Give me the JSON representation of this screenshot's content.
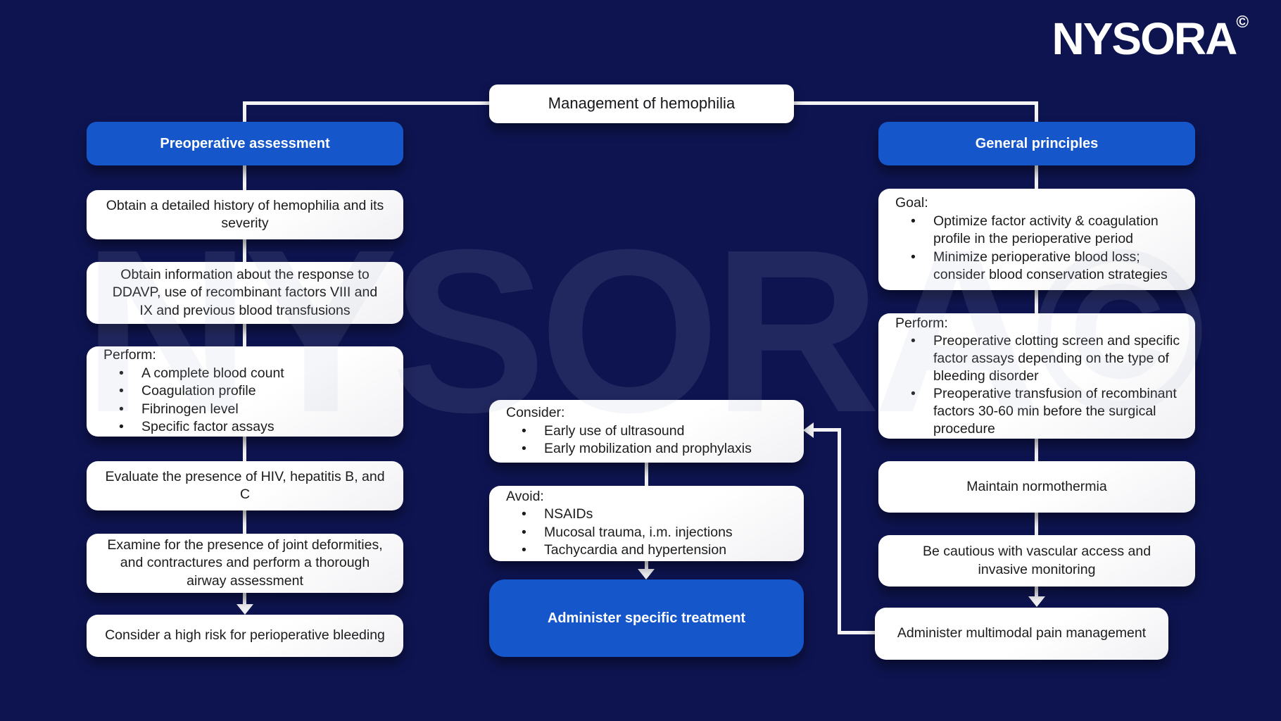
{
  "logo": {
    "text": "NYSORA",
    "copyright": "©"
  },
  "watermark": "NYSORA©",
  "title": "Management of hemophilia",
  "colors": {
    "background": "#0e1450",
    "accent_blue": "#1557cb",
    "box_white": "#ffffff",
    "connector": "#f4f4f6"
  },
  "left_column": {
    "header": "Preoperative assessment",
    "boxes": [
      {
        "text": "Obtain a detailed history of hemophilia and its severity"
      },
      {
        "text": "Obtain information about the response to DDAVP, use of recombinant factors VIII and IX and previous blood transfusions"
      },
      {
        "heading": "Perform:",
        "bullets": [
          "A complete blood count",
          "Coagulation profile",
          "Fibrinogen level",
          "Specific factor assays"
        ]
      },
      {
        "text": "Evaluate the presence of HIV, hepatitis B, and C"
      },
      {
        "text": "Examine for the presence of joint deformities, and contractures and perform a thorough airway assessment"
      },
      {
        "text": "Consider a high risk for perioperative bleeding"
      }
    ]
  },
  "middle_column": {
    "boxes": [
      {
        "heading": "Consider:",
        "bullets": [
          "Early use of ultrasound",
          "Early mobilization and prophylaxis"
        ]
      },
      {
        "heading": "Avoid:",
        "bullets": [
          "NSAIDs",
          "Mucosal trauma, i.m. injections",
          "Tachycardia and hypertension"
        ]
      }
    ],
    "action": "Administer specific treatment"
  },
  "right_column": {
    "header": "General principles",
    "boxes": [
      {
        "heading": "Goal:",
        "bullets": [
          "Optimize factor activity & coagulation profile in the perioperative period",
          "Minimize perioperative blood loss; consider blood conservation strategies"
        ]
      },
      {
        "heading": "Perform:",
        "bullets": [
          "Preoperative clotting screen and specific factor assays depending on the type of bleeding disorder",
          "Preoperative transfusion of recombinant factors 30-60 min before the surgical procedure"
        ]
      },
      {
        "text": "Maintain normothermia"
      },
      {
        "text": "Be cautious with vascular access and invasive monitoring"
      },
      {
        "text": "Administer multimodal pain management"
      }
    ]
  }
}
